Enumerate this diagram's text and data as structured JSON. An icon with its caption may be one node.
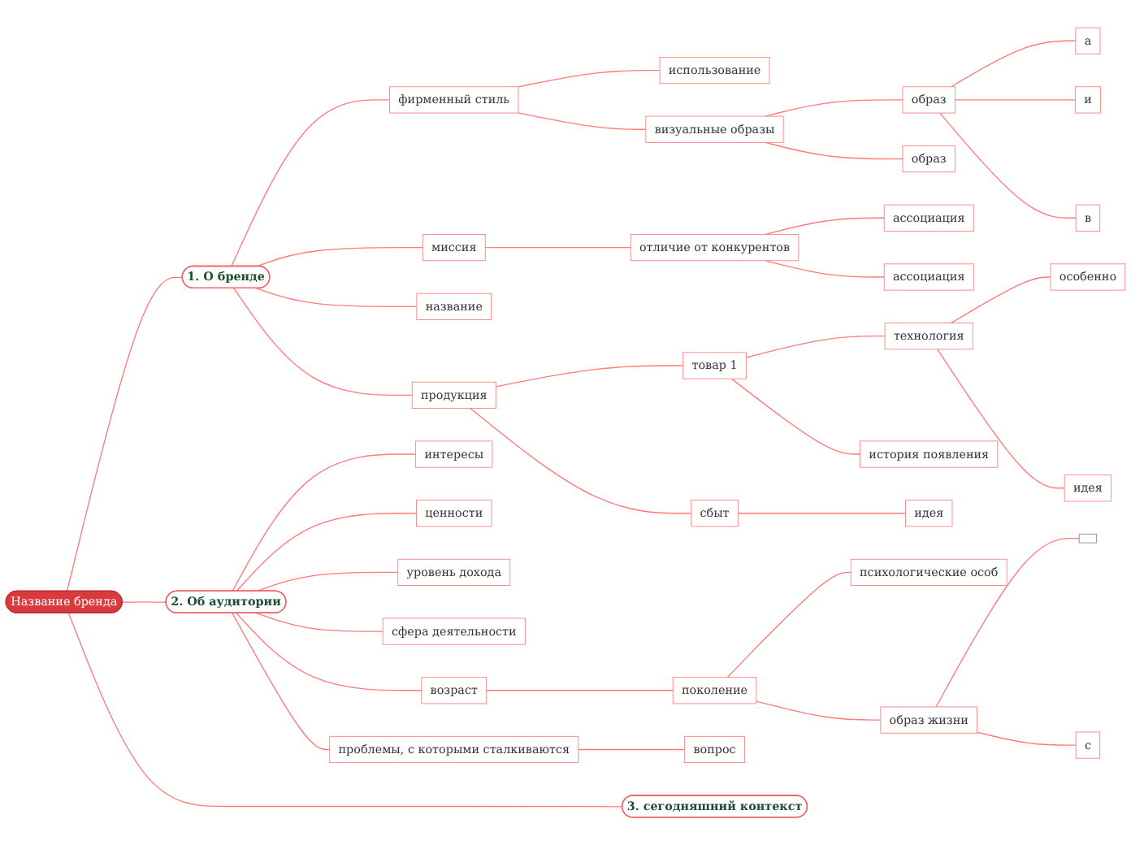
{
  "diagram": {
    "nodes": [
      {
        "text": [
          "Название бренда"
        ]
      },
      {
        "text": [
          "1. О бренде"
        ]
      },
      {
        "text": [
          "фирменный стиль"
        ]
      },
      {
        "text": [
          "использование"
        ]
      },
      {
        "text": [
          "визуальные образы"
        ]
      },
      {
        "text": [
          "образ"
        ]
      },
      {
        "text": [
          "а"
        ]
      },
      {
        "text": [
          "и"
        ]
      },
      {
        "text": [
          "в"
        ]
      },
      {
        "text": [
          "образ"
        ]
      },
      {
        "text": [
          "миссия"
        ]
      },
      {
        "text": [
          "отличие от конкурентов"
        ]
      },
      {
        "text": [
          "ассоциация"
        ]
      },
      {
        "text": [
          "ассоциация"
        ]
      },
      {
        "text": [
          "название"
        ]
      },
      {
        "text": [
          "продукция"
        ]
      },
      {
        "text": [
          "товар 1"
        ]
      },
      {
        "text": [
          "технология"
        ]
      },
      {
        "text": [
          "особенно"
        ]
      },
      {
        "text": [
          "идея"
        ]
      },
      {
        "text": [
          "история появления"
        ]
      },
      {
        "text": [
          "сбыт"
        ]
      },
      {
        "text": [
          "идея"
        ]
      },
      {
        "text": [
          "2. Об аудитории"
        ]
      },
      {
        "text": [
          "интересы"
        ]
      },
      {
        "text": [
          "ценности"
        ]
      },
      {
        "text": [
          "уровень дохода"
        ]
      },
      {
        "text": [
          "сфера деятельности"
        ]
      },
      {
        "text": [
          "возраст"
        ]
      },
      {
        "text": [
          "поколение"
        ]
      },
      {
        "text": [
          "психологические особ"
        ]
      },
      {
        "text": [
          "образ жизни"
        ]
      },
      {
        "text": [],
        "shape": "box"
      },
      {
        "text": [
          "с"
        ]
      },
      {
        "text": [
          "проблемы, с которыми сталкиваются"
        ]
      },
      {
        "text": [
          "вопрос"
        ]
      },
      {
        "text": [
          "3. сегодняшний контекст"
        ]
      }
    ],
    "edges": [
      {
        "from": 0,
        "to": 1,
        "arrow": "none"
      },
      {
        "from": 1,
        "to": 2,
        "arrow": "none"
      },
      {
        "from": 2,
        "to": 3,
        "arrow": "none"
      },
      {
        "from": 2,
        "to": 4,
        "arrow": "none"
      },
      {
        "from": 4,
        "to": 5,
        "arrow": "none"
      },
      {
        "from": 5,
        "to": 6,
        "arrow": "none"
      },
      {
        "from": 5,
        "to": 7,
        "arrow": "none"
      },
      {
        "from": 5,
        "to": 8,
        "arrow": "none"
      },
      {
        "from": 4,
        "to": 9,
        "arrow": "none"
      },
      {
        "from": 1,
        "to": 10,
        "arrow": "none"
      },
      {
        "from": 10,
        "to": 11,
        "arrow": "none"
      },
      {
        "from": 11,
        "to": 12,
        "arrow": "none"
      },
      {
        "from": 11,
        "to": 13,
        "arrow": "none"
      },
      {
        "from": 1,
        "to": 14,
        "arrow": "none"
      },
      {
        "from": 1,
        "to": 15,
        "arrow": "none"
      },
      {
        "from": 15,
        "to": 16,
        "arrow": "none"
      },
      {
        "from": 16,
        "to": 17,
        "arrow": "none"
      },
      {
        "from": 17,
        "to": 18,
        "arrow": "none"
      },
      {
        "from": 17,
        "to": 19,
        "arrow": "none"
      },
      {
        "from": 16,
        "to": 20,
        "arrow": "none"
      },
      {
        "from": 15,
        "to": 21,
        "arrow": "none"
      },
      {
        "from": 21,
        "to": 22,
        "arrow": "none"
      },
      {
        "from": 0,
        "to": 23,
        "arrow": "none"
      },
      {
        "from": 23,
        "to": 24,
        "arrow": "none"
      },
      {
        "from": 23,
        "to": 25,
        "arrow": "none"
      },
      {
        "from": 23,
        "to": 26,
        "arrow": "none"
      },
      {
        "from": 23,
        "to": 27,
        "arrow": "none"
      },
      {
        "from": 23,
        "to": 28,
        "arrow": "none"
      },
      {
        "from": 28,
        "to": 29,
        "arrow": "none"
      },
      {
        "from": 29,
        "to": 30,
        "arrow": "none"
      },
      {
        "from": 29,
        "to": 31,
        "arrow": "none"
      },
      {
        "from": 31,
        "to": 32,
        "arrow": "none"
      },
      {
        "from": 31,
        "to": 33,
        "arrow": "none"
      },
      {
        "from": 23,
        "to": 34,
        "arrow": "none"
      },
      {
        "from": 34,
        "to": 35,
        "arrow": "none"
      },
      {
        "from": 0,
        "to": 36,
        "arrow": "none"
      }
    ]
  }
}
